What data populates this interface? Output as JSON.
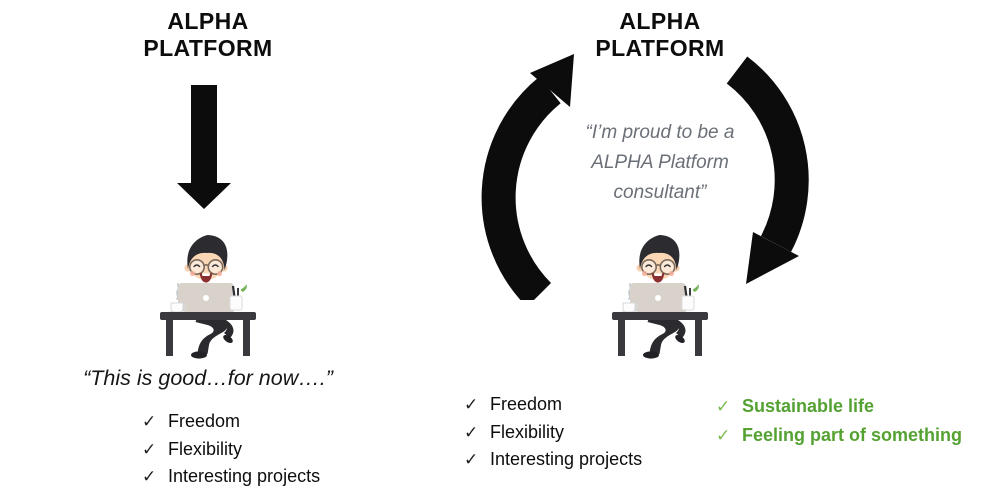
{
  "left_panel": {
    "title": "ALPHA PLATFORM",
    "quote": "“This is good…for now….”",
    "checklist": [
      "Freedom",
      "Flexibility",
      "Interesting projects"
    ]
  },
  "right_panel": {
    "title": "ALPHA PLATFORM",
    "quote": "“I’m proud to be a ALPHA Platform consultant”",
    "quote_lines": [
      "“I’m proud to be a",
      "ALPHA Platform",
      "consultant”"
    ],
    "checklist": [
      "Freedom",
      "Flexibility",
      "Interesting projects"
    ],
    "green_checklist": [
      "Sustainable life",
      "Feeling part of something"
    ]
  },
  "icons": {
    "check": "✓",
    "down_arrow": "down-arrow-icon",
    "cycle": "circular-cycle-arrows-icon",
    "consultant": "consultant-at-desk-illustration"
  },
  "colors": {
    "text_black": "#0d0d0d",
    "arrow_black": "#0c0c0c",
    "green_text": "#55a233",
    "green_check": "#7cb94e",
    "quote_gray": "#6b7078"
  }
}
